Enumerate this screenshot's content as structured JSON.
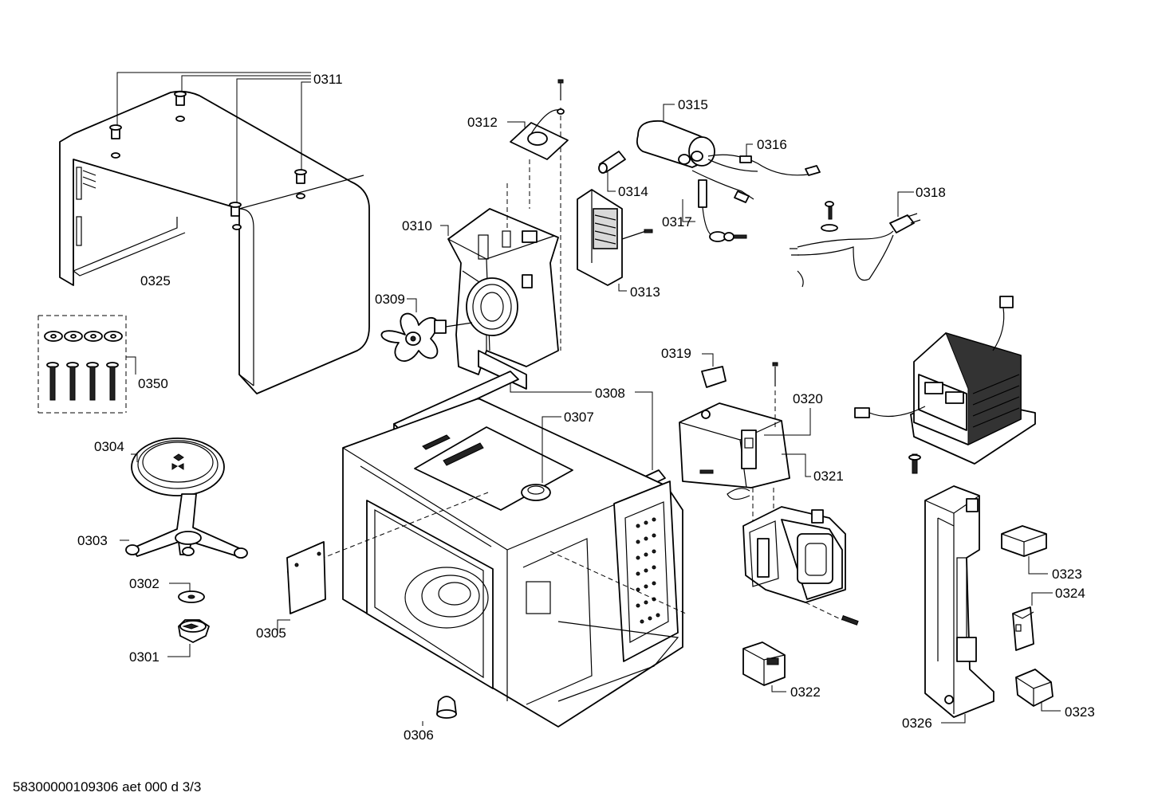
{
  "labels": {
    "p0301": "0301",
    "p0302": "0302",
    "p0303": "0303",
    "p0304": "0304",
    "p0305": "0305",
    "p0306": "0306",
    "p0307": "0307",
    "p0308": "0308",
    "p0309": "0309",
    "p0310": "0310",
    "p0311": "0311",
    "p0312": "0312",
    "p0313": "0313",
    "p0314": "0314",
    "p0315": "0315",
    "p0316": "0316",
    "p0317": "0317",
    "p0318": "0318",
    "p0319": "0319",
    "p0320": "0320",
    "p0321": "0321",
    "p0322": "0322",
    "p0323a": "0323",
    "p0323b": "0323",
    "p0324": "0324",
    "p0325": "0325",
    "p0326": "0326",
    "p0350": "0350"
  },
  "footer": {
    "code": "58300000109306 aet 000 d 3/3"
  }
}
